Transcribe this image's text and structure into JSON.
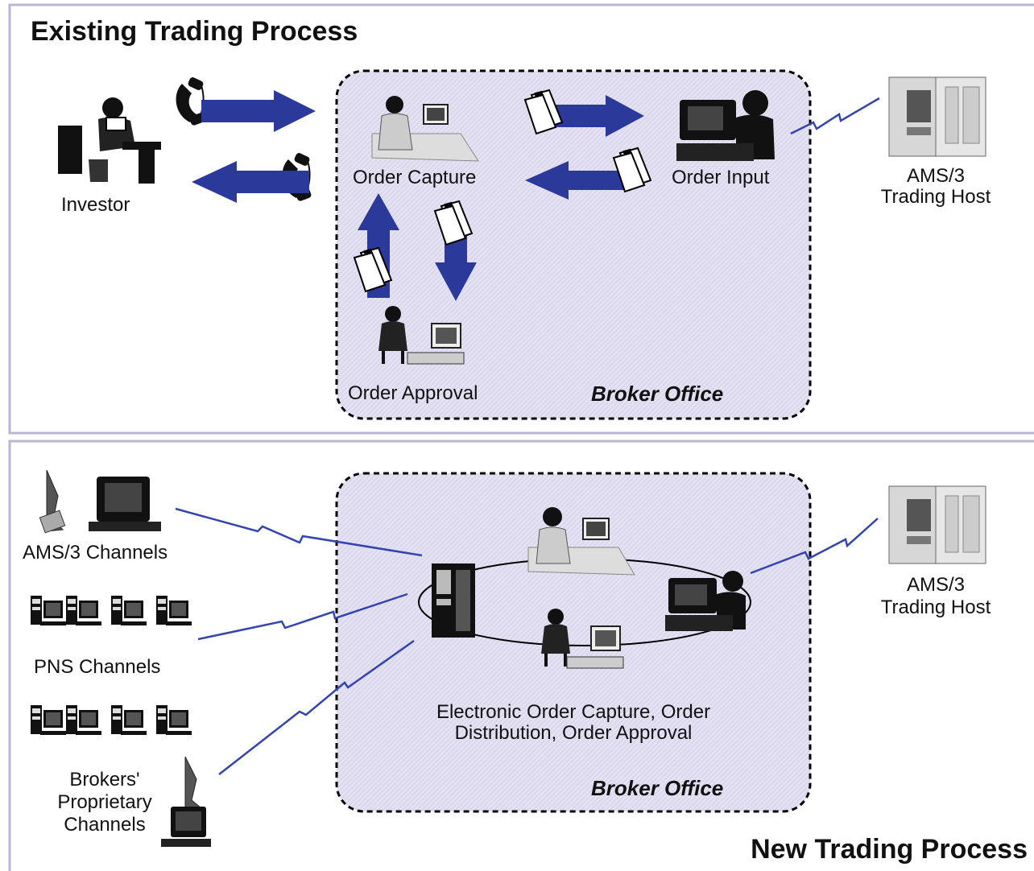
{
  "colors": {
    "panel_border": "#b9b6d3",
    "office_fill": "#e4e2f2",
    "arrow": "#2b3a9a",
    "signal": "#3344b0"
  },
  "top_panel": {
    "title": "Existing Trading Process",
    "investor": "Investor",
    "order_capture": "Order Capture",
    "order_input": "Order Input",
    "order_approval": "Order Approval",
    "office": "Broker Office",
    "host_line1": "AMS/3",
    "host_line2": "Trading Host"
  },
  "bottom_panel": {
    "title": "New Trading Process",
    "ams_channels": "AMS/3 Channels",
    "pns_channels": "PNS Channels",
    "brokers_line1": "Brokers'",
    "brokers_line2": "Proprietary",
    "brokers_line3": "Channels",
    "caption_line1": "Electronic Order Capture, Order",
    "caption_line2": "Distribution, Order Approval",
    "office": "Broker Office",
    "host_line1": "AMS/3",
    "host_line2": "Trading Host"
  },
  "icons": [
    "phone-icon",
    "person-icon",
    "workstation-icon",
    "document-icon",
    "server-icon",
    "monitor-icon",
    "mobile-phone-icon",
    "lightning-link-icon"
  ]
}
